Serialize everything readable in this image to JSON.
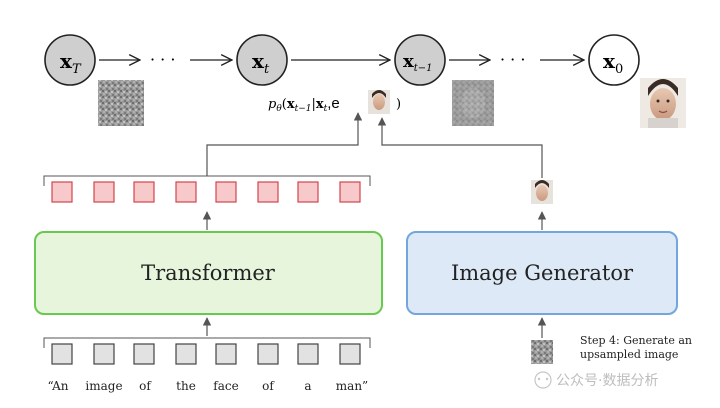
{
  "diagram": {
    "chain": {
      "nodes": [
        {
          "main": "x",
          "sub": "T"
        },
        {
          "main": "x",
          "sub": "t"
        },
        {
          "main": "x",
          "sub": "t−1"
        },
        {
          "main": "x",
          "sub": "0"
        }
      ],
      "ellipsis": "· · ·"
    },
    "conditional": {
      "prefix": "p",
      "prefix_sub": "θ",
      "open": "(",
      "x1": "x",
      "x1_sub": "t−1",
      "bar": "|",
      "x2": "x",
      "x2_sub": "t",
      "tail": ",e",
      "close": ")"
    },
    "transformer_label": "Transformer",
    "generator_label": "Image Generator",
    "caption_tokens": [
      "“An",
      "image",
      "of",
      "the",
      "face",
      "of",
      "a",
      "man”"
    ],
    "step_note": [
      "Step 4: Generate an",
      "upsampled image"
    ],
    "watermark": "公众号·数据分析"
  },
  "colors": {
    "node_fill": "#cfcfcf",
    "node_stroke": "#222222",
    "embedding_fill": "#f7c9cb",
    "embedding_stroke": "#d0454c",
    "input_fill": "#e2e2e2",
    "transformer_fill": "#e6f5dc",
    "transformer_stroke": "#69c850",
    "generator_fill": "#dde9f6",
    "generator_stroke": "#72a6dc"
  }
}
